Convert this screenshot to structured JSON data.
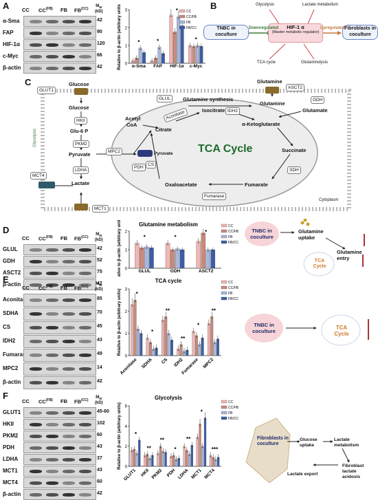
{
  "panel_labels": {
    "a": "A",
    "b": "B",
    "c": "C",
    "d": "D",
    "e": "E",
    "f": "F"
  },
  "lanes": {
    "cc": "CC",
    "ccfb": "CC",
    "ccfb_sup": "(FB)",
    "fb": "FB",
    "fbcc": "FB",
    "fbcc_sup": "(CC)",
    "mw": "M",
    "mw_sub": "W",
    "kd": "(kD)"
  },
  "blots": {
    "a": [
      {
        "name": "α-Sma",
        "kd": "42"
      },
      {
        "name": "FAP",
        "kd": "90"
      },
      {
        "name": "HIF-1α",
        "kd": "120"
      },
      {
        "name": "c-Myc",
        "kd": "66"
      },
      {
        "name": "β-actin",
        "kd": "42"
      }
    ],
    "d": [
      {
        "name": "GLUL",
        "kd": "42"
      },
      {
        "name": "GDH",
        "kd": "52"
      },
      {
        "name": "ASCT2",
        "kd": "75"
      },
      {
        "name": "β-actin",
        "kd": "42"
      }
    ],
    "e": [
      {
        "name": "Aconitase",
        "kd": "85"
      },
      {
        "name": "SDHA",
        "kd": "70"
      },
      {
        "name": "CS",
        "kd": "45"
      },
      {
        "name": "IDH2",
        "kd": "43"
      },
      {
        "name": "Fumarase",
        "kd": "49"
      },
      {
        "name": "MPC2",
        "kd": "14"
      },
      {
        "name": "β-actin",
        "kd": "42"
      }
    ],
    "f": [
      {
        "name": "GLUT1",
        "kd": "45-60"
      },
      {
        "name": "HKII",
        "kd": "102"
      },
      {
        "name": "PKM2",
        "kd": "60"
      },
      {
        "name": "PDH",
        "kd": "43"
      },
      {
        "name": "LDHA",
        "kd": "37"
      },
      {
        "name": "MCT1",
        "kd": "43"
      },
      {
        "name": "MCT4",
        "kd": "60"
      },
      {
        "name": "β-actin",
        "kd": "42"
      }
    ]
  },
  "series_colors": {
    "CC": "#f2b5b5",
    "CC/FB": "#c98a7a",
    "FB": "#a9b7d9",
    "FB/CC": "#3c5ea8"
  },
  "chart_data": [
    {
      "id": "a",
      "type": "bar",
      "title": "",
      "ylabel": "Relative to β-actin (arbitrary units)",
      "ylim": [
        0,
        3
      ],
      "yticks": [
        0,
        1,
        2,
        3
      ],
      "categories": [
        "α-Sma",
        "FAP",
        "HIF-1α",
        "c-Myc"
      ],
      "series": [
        {
          "name": "CC",
          "values": [
            0.15,
            0.15,
            2.7,
            1.0
          ]
        },
        {
          "name": "CC/FB",
          "values": [
            0.3,
            0.3,
            1.75,
            0.95
          ]
        },
        {
          "name": "FB",
          "values": [
            0.85,
            0.9,
            2.6,
            1.0
          ]
        },
        {
          "name": "FB/CC",
          "values": [
            0.6,
            0.55,
            2.1,
            0.95
          ]
        }
      ],
      "annotations": [
        "*",
        "*",
        "*",
        "*"
      ],
      "legend_position": "top-right"
    },
    {
      "id": "d",
      "type": "bar",
      "title": "Glutamine metabolism",
      "ylabel": "Relative to β-actin (arbitrary units)",
      "ylim": [
        0,
        2
      ],
      "yticks": [
        0,
        1,
        2
      ],
      "categories": [
        "GLUL",
        "GDH",
        "ASCT2"
      ],
      "series": [
        {
          "name": "CC",
          "values": [
            1.35,
            1.35,
            1.45
          ]
        },
        {
          "name": "CC/FB",
          "values": [
            1.1,
            1.0,
            1.9
          ]
        },
        {
          "name": "FB",
          "values": [
            1.15,
            1.05,
            1.0
          ]
        },
        {
          "name": "FB/CC",
          "values": [
            1.1,
            1.0,
            1.0
          ]
        }
      ],
      "annotations": [
        "*",
        "*",
        "*"
      ],
      "legend_position": "top-right"
    },
    {
      "id": "e",
      "type": "bar",
      "title": "TCA cycle",
      "ylabel": "Relative to β-actin (arbitrary units)",
      "ylim": [
        0,
        3
      ],
      "yticks": [
        0,
        1,
        2,
        3
      ],
      "categories": [
        "Aconitase",
        "SDHA",
        "CS",
        "IDH2",
        "Fumarase",
        "MPC2"
      ],
      "series": [
        {
          "name": "CC",
          "values": [
            2.3,
            0.8,
            1.6,
            0.3,
            1.1,
            1.45
          ]
        },
        {
          "name": "CC/FB",
          "values": [
            2.5,
            0.6,
            1.75,
            0.5,
            0.9,
            1.75
          ]
        },
        {
          "name": "FB",
          "values": [
            1.2,
            0.3,
            1.0,
            0.2,
            0.5,
            0.6
          ]
        },
        {
          "name": "FB/CC",
          "values": [
            1.0,
            0.35,
            0.7,
            0.25,
            0.8,
            0.75
          ]
        }
      ],
      "annotations": [
        "*",
        "*",
        "**",
        "**",
        "*",
        "**"
      ],
      "legend_position": "top-right"
    },
    {
      "id": "f",
      "type": "bar",
      "title": "Glycolysis",
      "ylabel": "Relative to β-actin (arbitrary units)",
      "ylim": [
        0,
        6
      ],
      "yticks": [
        0,
        2,
        4,
        6
      ],
      "categories": [
        "GLUT1",
        "HKII",
        "PKM2",
        "PDH",
        "LDHA",
        "MCT1",
        "MCT4"
      ],
      "series": [
        {
          "name": "CC",
          "values": [
            1.6,
            1.1,
            1.3,
            1.0,
            2.0,
            2.9,
            1.1
          ]
        },
        {
          "name": "CC/FB",
          "values": [
            1.7,
            1.2,
            2.0,
            1.1,
            1.6,
            4.2,
            0.9
          ]
        },
        {
          "name": "FB",
          "values": [
            1.3,
            0.8,
            1.5,
            0.7,
            1.2,
            2.0,
            0.7
          ]
        },
        {
          "name": "FB/CC",
          "values": [
            2.6,
            1.1,
            1.4,
            0.8,
            2.1,
            4.8,
            0.9
          ]
        }
      ],
      "annotations": [
        "*",
        "**",
        "**",
        "*",
        "**",
        "*",
        "***"
      ],
      "legend_position": "top-right"
    }
  ],
  "diagram_b": {
    "center": "HIF-1 α",
    "center_sub": "(Master metabolic regulator)",
    "left": "TNBC in coculture",
    "right": "Fibroblasts in coculture",
    "down": "Downregulated",
    "up": "Upregulated",
    "spokes": [
      "Glycolysis",
      "Lactate metabolism",
      "TCA cycle",
      "Glutaminolysis"
    ]
  },
  "diagram_c": {
    "title": "TCA Cycle",
    "cytoplasm": "Cytoplasm",
    "glycolysis_side": "Glycolysis",
    "nodes": {
      "glucose": "Glucose",
      "glucose2": "Glucose",
      "glu6p": "Glu-6 P",
      "pyruvate": "Pyruvate",
      "lactate": "Lactate",
      "glutamine": "Glutamine",
      "glutamine2": "Glutamine",
      "glutamate": "Glutamate",
      "glutamine_synthesis": "Glutamine synthesis",
      "acetyl": "Acetyl",
      "coa": "CoA",
      "citrate": "Citrate",
      "isocitrate": "Isocitrate",
      "akg": "α-Ketoglutarate",
      "succinate": "Succinate",
      "fumarate": "Fumarate",
      "oxaloacetate": "Oxaloacetate",
      "pyruvate2": "Pyruvate"
    },
    "enzymes": {
      "glut1": "GLUT1",
      "hkii": "HKII",
      "pkm2": "PKM2",
      "ldha": "LDHA",
      "mct4": "MCT4",
      "mct1": "MCT1",
      "mpc2": "MPC2",
      "pdh": "PDH",
      "cs": "CS",
      "aconitase": "Aconitase",
      "idh2": "IDH2",
      "sdh": "SDH",
      "fumarase": "Fumarase",
      "gdh": "GDH",
      "glul": "GLUL",
      "asct2": "ASCT2"
    }
  },
  "diagram_d": {
    "cell": "TNBC in coculture",
    "uptake": "Glutamine uptake",
    "entry": "Glutamine entry",
    "tca": "TCA Cycle"
  },
  "diagram_e": {
    "cell": "TNBC in coculture",
    "tca": "TCA Cycle"
  },
  "diagram_f": {
    "cell": "Fibroblasts in coculture",
    "uptake": "Glucose uptake",
    "lactate_met": "Lactate metabolism",
    "export": "Lactate export",
    "acidosis": "Fibroblast lactate acidosis"
  }
}
